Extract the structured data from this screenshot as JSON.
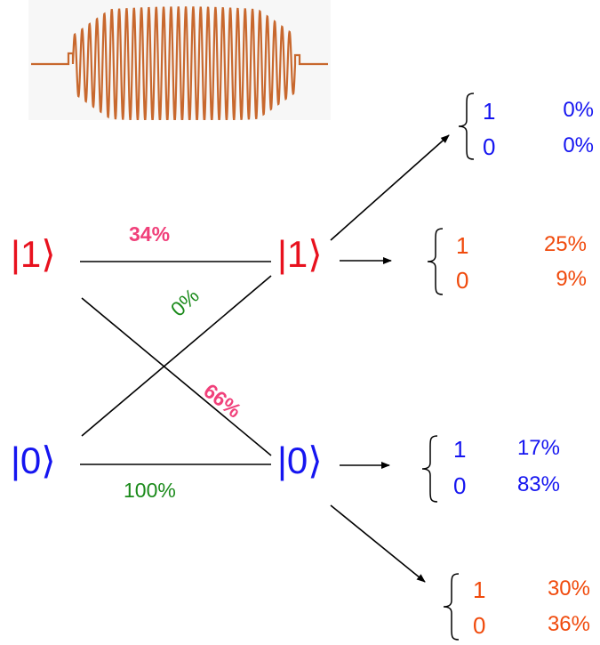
{
  "colors": {
    "red": "#e8111e",
    "blue": "#1515f0",
    "green": "#1a8a1a",
    "magenta": "#f0407a",
    "orange": "#f04a0c",
    "pulse": "#c8682e",
    "line": "#000000"
  },
  "states": {
    "left_one": "|1⟩",
    "left_zero": "|0⟩",
    "mid_one": "|1⟩",
    "mid_zero": "|0⟩"
  },
  "transitions": {
    "one_to_one": "34%",
    "zero_to_one": "0%",
    "one_to_zero": "66%",
    "zero_to_zero": "100%"
  },
  "outcomes": [
    {
      "rows": [
        {
          "bit": "1",
          "pct": "0%"
        },
        {
          "bit": "0",
          "pct": "0%"
        }
      ],
      "color": "blue"
    },
    {
      "rows": [
        {
          "bit": "1",
          "pct": "25%"
        },
        {
          "bit": "0",
          "pct": "9%"
        }
      ],
      "color": "orange"
    },
    {
      "rows": [
        {
          "bit": "1",
          "pct": "17%"
        },
        {
          "bit": "0",
          "pct": "83%"
        }
      ],
      "color": "blue"
    },
    {
      "rows": [
        {
          "bit": "1",
          "pct": "30%"
        },
        {
          "bit": "0",
          "pct": "36%"
        }
      ],
      "color": "orange"
    }
  ]
}
